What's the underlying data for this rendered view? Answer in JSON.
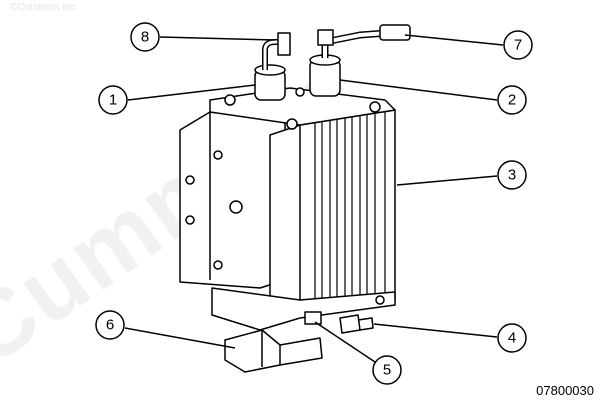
{
  "copyright": "©Cummins Inc",
  "watermark": "Cummins",
  "figure_number": "07800030",
  "callouts": [
    "1",
    "2",
    "3",
    "4",
    "5",
    "6",
    "7",
    "8"
  ]
}
